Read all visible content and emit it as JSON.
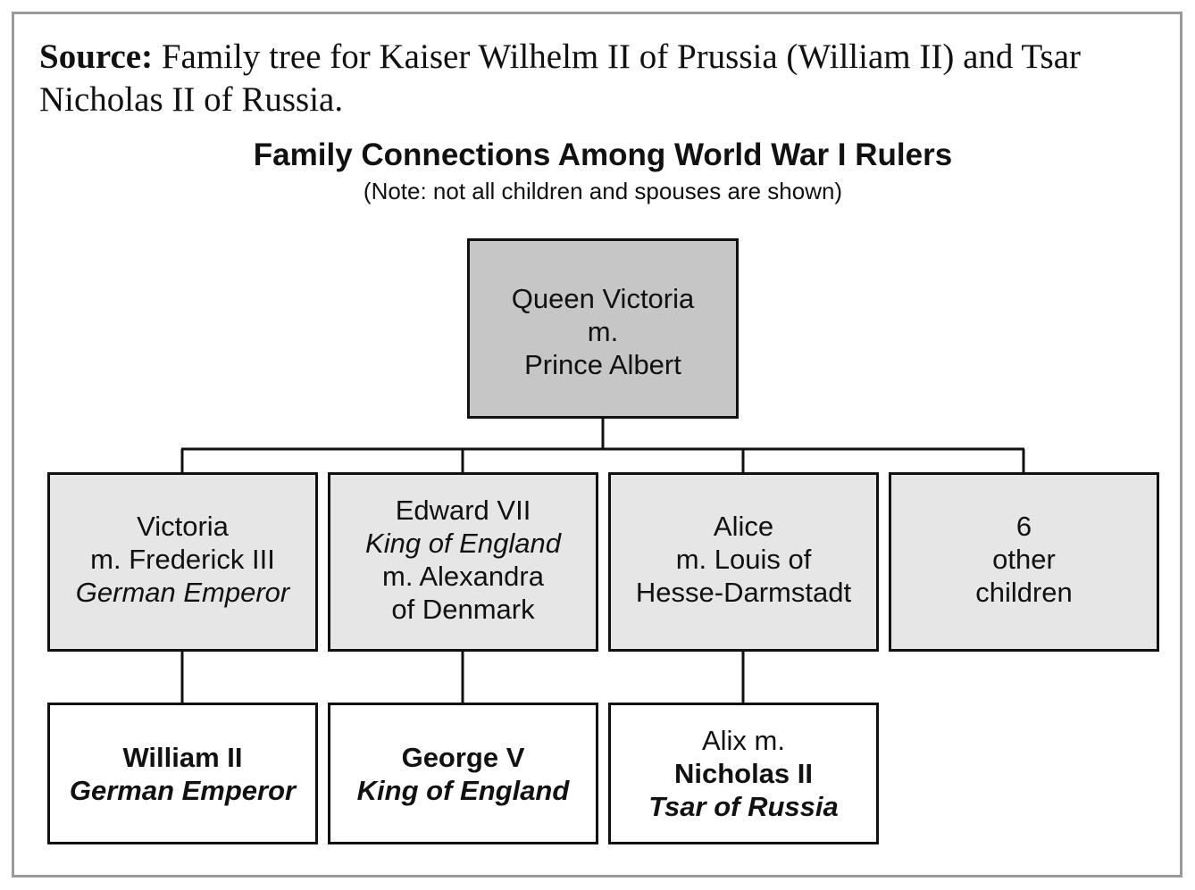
{
  "source": {
    "label": "Source:",
    "text": " Family tree for Kaiser Wilhelm II of Prussia (William II)  and Tsar Nicholas II of Russia."
  },
  "diagram": {
    "title": "Family Connections Among World War I Rulers",
    "note": "(Note: not all children and spouses are shown)",
    "root": {
      "line1": "Queen Victoria",
      "line2": "m.",
      "line3": "Prince Albert"
    },
    "children": [
      {
        "line1": "Victoria",
        "line2": "m. Frederick III",
        "title": "German Emperor"
      },
      {
        "line1": "Edward VII",
        "title": "King of England",
        "line2": "m. Alexandra",
        "line3": "of Denmark"
      },
      {
        "line1": "Alice",
        "line2": "m. Louis of",
        "line3": "Hesse-Darmstadt"
      },
      {
        "line1": "6",
        "line2": "other",
        "line3": "children"
      }
    ],
    "grandchildren": [
      {
        "name": "William II",
        "title": "German Emperor"
      },
      {
        "name": "George V",
        "title": "King of England"
      },
      {
        "prefix": "Alix m.",
        "name": "Nicholas II",
        "title": "Tsar of Russia"
      }
    ],
    "colors": {
      "root_fill": "#c6c6c6",
      "child_fill": "#e6e6e6",
      "grandchild_fill": "#ffffff",
      "line": "#111111",
      "frame": "#9a9a9a"
    }
  }
}
